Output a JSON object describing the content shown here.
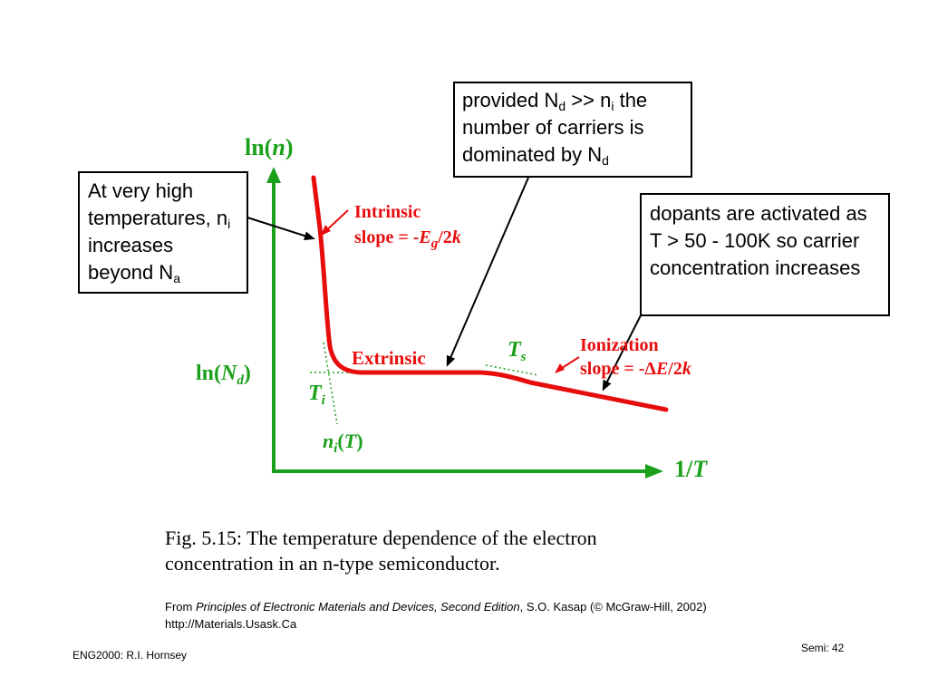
{
  "axes": {
    "y_label_prefix": "ln(",
    "y_label_var": "n",
    "y_label_suffix": ")",
    "x_label_prefix": "1/",
    "x_label_var": "T",
    "nd_label_prefix": "ln(",
    "nd_label_var": "N",
    "nd_label_sub": "d",
    "nd_label_suffix": ")"
  },
  "labels": {
    "intrinsic_line1": "Intrinsic",
    "intrinsic_line2_prefix": "slope = -",
    "intrinsic_line2_var": "E",
    "intrinsic_line2_sub": "g",
    "intrinsic_line2_suffix": "/2",
    "intrinsic_line2_k": "k",
    "extrinsic": "Extrinsic",
    "ts_var": "T",
    "ts_sub": "s",
    "ti_var": "T",
    "ti_sub": "i",
    "ni_var": "n",
    "ni_sub": "i",
    "ni_open": "(",
    "ni_T": "T",
    "ni_close": ")",
    "ionization_line1": "Ionization",
    "ionization_line2_prefix": "slope = -",
    "ionization_line2_delta": "Δ",
    "ionization_line2_var": "E",
    "ionization_line2_suffix": "/2",
    "ionization_line2_k": "k"
  },
  "callouts": {
    "top": {
      "p1": "provided N",
      "p1_sub": "d",
      "p2": " >> n",
      "p2_sub": "i",
      "p3": " the number of carriers is dominated by N",
      "p3_sub": "d"
    },
    "left": {
      "p1": "At very high temperatures, n",
      "p1_sub": "i",
      "p2": " increases beyond N",
      "p2_sub": "a"
    },
    "right": {
      "text": "dopants are activated as T > 50 - 100K so carrier concentration increases"
    }
  },
  "caption": "Fig. 5.15: The temperature dependence of the electron concentration in an n-type semiconductor.",
  "source": {
    "from": "From ",
    "title": "Principles of Electronic Materials and Devices, Second Edition",
    "rest": ", S.O. Kasap (© McGraw-Hill, 2002)",
    "url": "http://Materials.Usask.Ca"
  },
  "footer": {
    "left": "ENG2000: R.I. Hornsey",
    "right": "Semi: 42"
  },
  "colors": {
    "axis": "#1aa01a",
    "curve": "#e80d0d",
    "label_green": "#1aa01a",
    "label_red": "#e80d0d"
  }
}
